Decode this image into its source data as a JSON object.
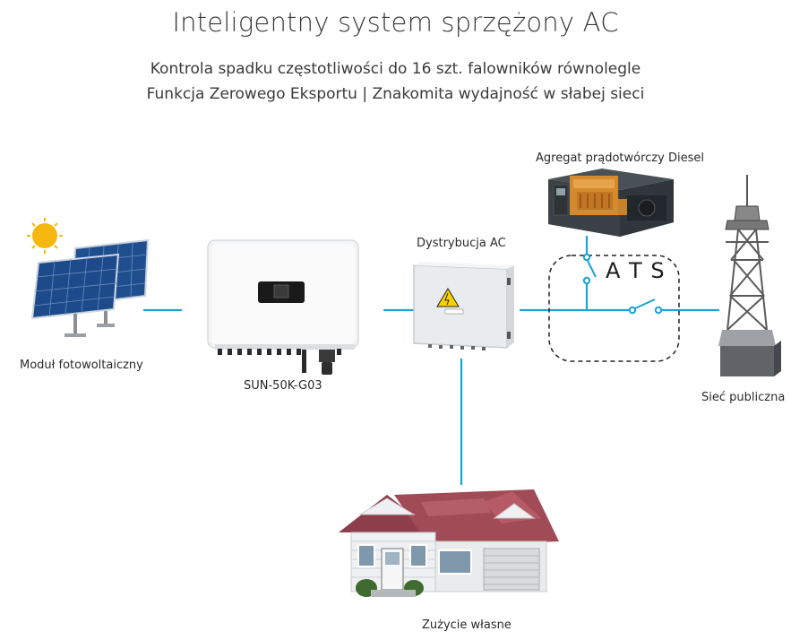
{
  "header": {
    "title": "Inteligentny system sprzężony AC",
    "subtitle_line1": "Kontrola spadku częstotliwości do 16 szt. falowników równolegle",
    "subtitle_line2": "Funkcja Zerowego Eksportu  |  Znakomita wydajność w słabej sieci"
  },
  "nodes": {
    "pv": {
      "label": "Moduł fotowoltaiczny",
      "icon": "solar-panel-icon"
    },
    "inverter": {
      "label": "SUN-50K-G03",
      "icon": "inverter-icon"
    },
    "distribution": {
      "label": "Dystrybucja AC",
      "icon": "distribution-box-icon"
    },
    "generator": {
      "label": "Agregat prądotwórczy Diesel",
      "icon": "diesel-generator-icon"
    },
    "ats": {
      "label": "A T S"
    },
    "grid": {
      "label": "Sieć publiczna",
      "icon": "transmission-tower-icon"
    },
    "home": {
      "label": "Zużycie własne",
      "icon": "house-icon"
    }
  },
  "colors": {
    "line": "#1aa3d6",
    "text": "#2e2e2e",
    "roof": "#a14b57"
  }
}
